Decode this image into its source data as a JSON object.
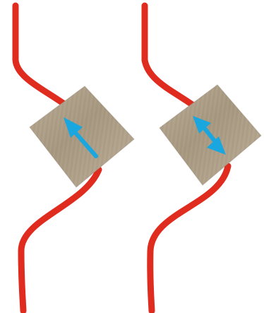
{
  "colors": {
    "background": "#ffffff",
    "wire": "#e02b1f",
    "arrow": "#1aa6de",
    "board_base": "#a89a86",
    "board_light": "#c3b6a3",
    "board_dark": "#8e7f6c"
  },
  "panels": [
    {
      "name": "left",
      "arrow_kind": "single-headed",
      "arrow_icon": "arrow-up-left-icon"
    },
    {
      "name": "right",
      "arrow_kind": "double-headed",
      "arrow_icon": "double-arrow-diagonal-icon"
    }
  ]
}
